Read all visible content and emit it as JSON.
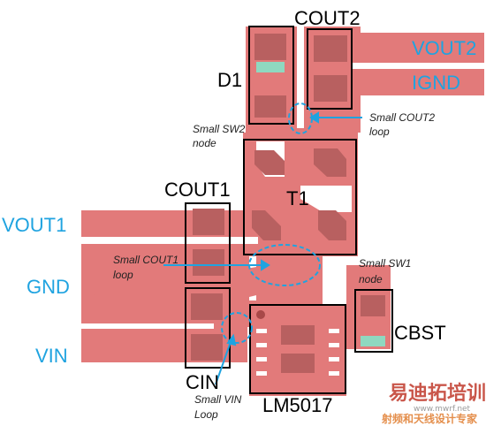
{
  "colors": {
    "copper": "#e27a7a",
    "pad": "#b86060",
    "thermal_pad": "#8fd8c0",
    "outline": "#000000",
    "net_label": "#1fa3e0",
    "loop_marker": "#1fa3e0"
  },
  "components": {
    "cout2": "COUT2",
    "d1": "D1",
    "t1": "T1",
    "cout1": "COUT1",
    "cin": "CIN",
    "lm5017": "LM5017",
    "cbst": "CBST"
  },
  "nets": {
    "vout2": "VOUT2",
    "ignd": "IGND",
    "vout1": "VOUT1",
    "gnd": "GND",
    "vin": "VIN"
  },
  "annotations": {
    "small_sw2_line1": "Small SW2",
    "small_sw2_line2": "node",
    "small_cout2_line1": "Small COUT2",
    "small_cout2_line2": "loop",
    "small_cout1_line1": "Small COUT1",
    "small_cout1_line2": "loop",
    "small_sw1_line1": "Small SW1",
    "small_sw1_line2": "node",
    "small_vin_line1": "Small VIN",
    "small_vin_line2": "Loop"
  },
  "watermark": {
    "brand_cn": "易迪拓培训",
    "subtitle_cn": "射频和天线设计专家",
    "url": "www.mwrf.net"
  }
}
